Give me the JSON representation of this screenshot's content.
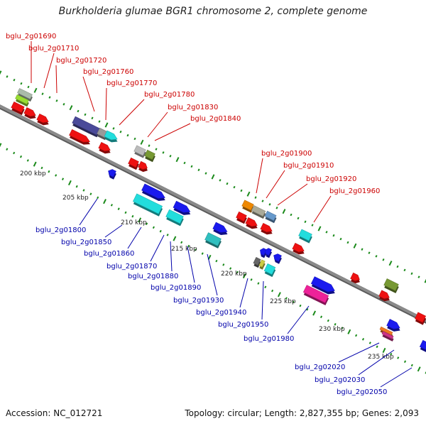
{
  "title": "Burkholderia glumae BGR1 chromosome 2, complete genome",
  "footer": {
    "accession": "Accession: NC_012721",
    "topology": "Topology: circular; Length: 2,827,355 bp; Genes: 2,093"
  },
  "colors": {
    "forward_label": "#cc0000",
    "reverse_label": "#0000aa",
    "backbone": "#8a8a8a",
    "tick": "#1a8a1a"
  },
  "kbp_ticks": [
    "200 kbp",
    "205 kbp",
    "210 kbp",
    "215 kbp",
    "220 kbp",
    "225 kbp",
    "230 kbp",
    "235 kbp"
  ],
  "forward_labels": [
    "bglu_2g01690",
    "bglu_2g01710",
    "bglu_2g01720",
    "bglu_2g01760",
    "bglu_2g01770",
    "bglu_2g01780",
    "bglu_2g01830",
    "bglu_2g01840",
    "bglu_2g01900",
    "bglu_2g01910",
    "bglu_2g01920",
    "bglu_2g01960"
  ],
  "reverse_labels": [
    "bglu_2g01800",
    "bglu_2g01850",
    "bglu_2g01860",
    "bglu_2g01870",
    "bglu_2g01880",
    "bglu_2g01890",
    "bglu_2g01930",
    "bglu_2g01940",
    "bglu_2g01950",
    "bglu_2g01980",
    "bglu_2g02020",
    "bglu_2g02030",
    "bglu_2g02050"
  ]
}
